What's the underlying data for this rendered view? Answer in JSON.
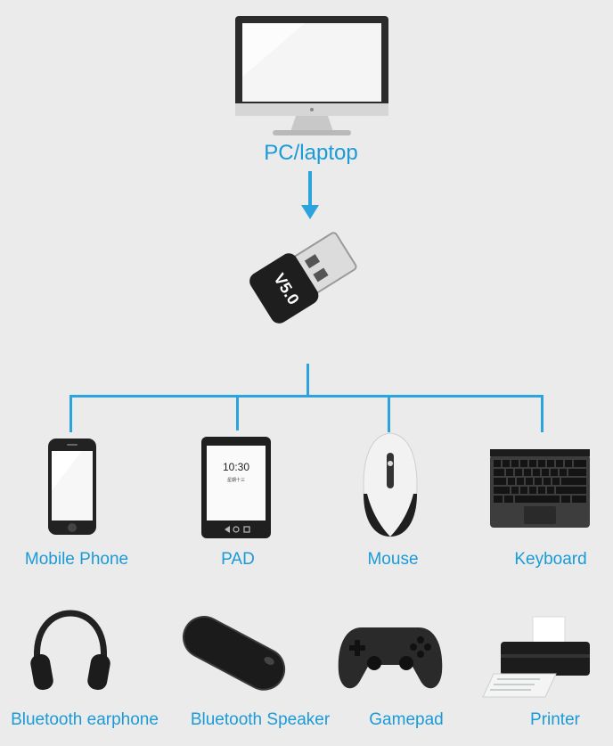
{
  "source": {
    "label": "PC/laptop",
    "icon": "monitor-icon"
  },
  "adapter": {
    "text": "V5.0",
    "icon": "usb-bluetooth-adapter-icon"
  },
  "devices_row1": [
    {
      "label": "Mobile Phone",
      "icon": "phone-icon"
    },
    {
      "label": "PAD",
      "icon": "tablet-icon",
      "screen_time": "10:30",
      "screen_sub": "星期十三"
    },
    {
      "label": "Mouse",
      "icon": "mouse-icon"
    },
    {
      "label": "Keyboard",
      "icon": "keyboard-icon"
    }
  ],
  "devices_row2": [
    {
      "label": "Bluetooth earphone",
      "icon": "headphones-icon"
    },
    {
      "label": "Bluetooth Speaker",
      "icon": "speaker-icon"
    },
    {
      "label": "Gamepad",
      "icon": "gamepad-icon"
    },
    {
      "label": "Printer",
      "icon": "printer-icon"
    }
  ],
  "colors": {
    "accent": "#1a9bd7",
    "background": "#ebebeb",
    "connector": "#2ba3dc"
  }
}
